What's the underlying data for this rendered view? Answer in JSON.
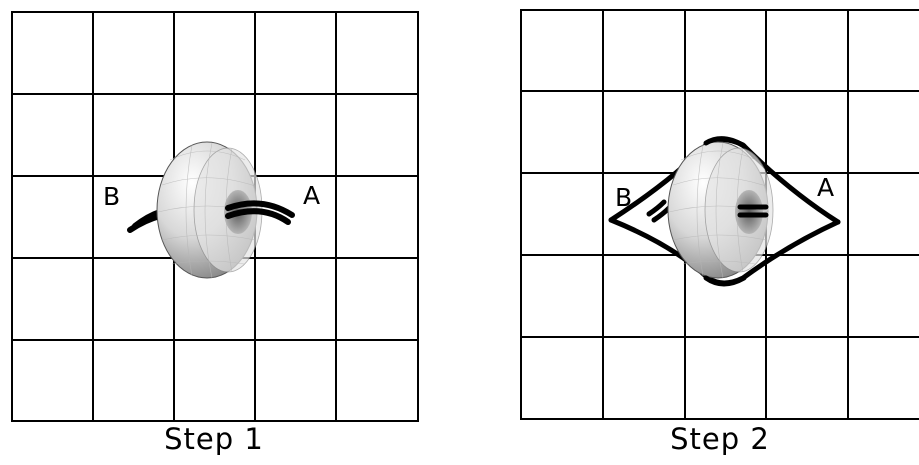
{
  "panels": [
    {
      "caption": "Step 1",
      "label_a": "A",
      "label_b": "B"
    },
    {
      "caption": "Step 2",
      "label_a": "A",
      "label_b": "B"
    }
  ],
  "colors": {
    "grid_line": "#000000",
    "torus_light": "#ffffff",
    "torus_shadow": "#8a8a8a",
    "stroke": "#000000"
  }
}
